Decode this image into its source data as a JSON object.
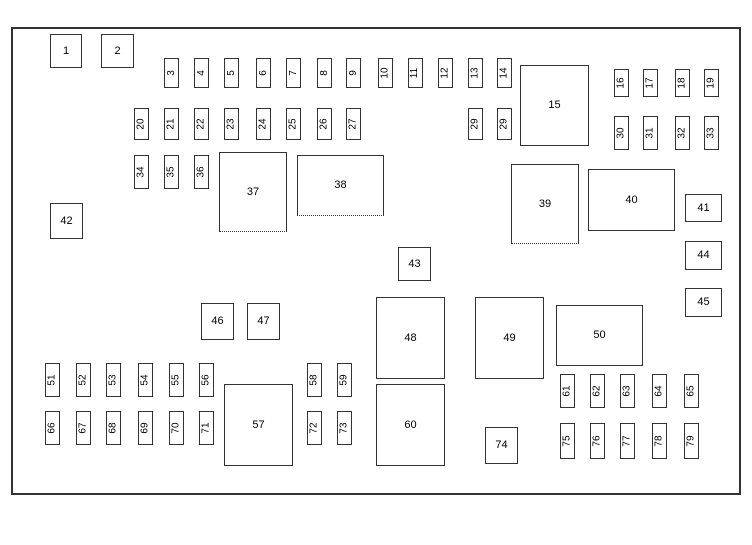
{
  "diagram": {
    "title": "",
    "labels": [
      "1",
      "2",
      "3",
      "4",
      "5",
      "6",
      "7",
      "8",
      "9",
      "10",
      "11",
      "12",
      "13",
      "14",
      "15",
      "16",
      "17",
      "18",
      "19",
      "20",
      "21",
      "22",
      "23",
      "24",
      "25",
      "26",
      "27",
      "29",
      "29",
      "30",
      "31",
      "32",
      "33",
      "34",
      "35",
      "36",
      "37",
      "38",
      "39",
      "40",
      "41",
      "42",
      "43",
      "44",
      "45",
      "46",
      "47",
      "48",
      "49",
      "50",
      "51",
      "52",
      "53",
      "54",
      "55",
      "56",
      "57",
      "58",
      "59",
      "60",
      "61",
      "62",
      "63",
      "64",
      "65",
      "66",
      "67",
      "68",
      "69",
      "70",
      "71",
      "72",
      "73",
      "74",
      "75",
      "76",
      "77",
      "78",
      "79"
    ]
  }
}
